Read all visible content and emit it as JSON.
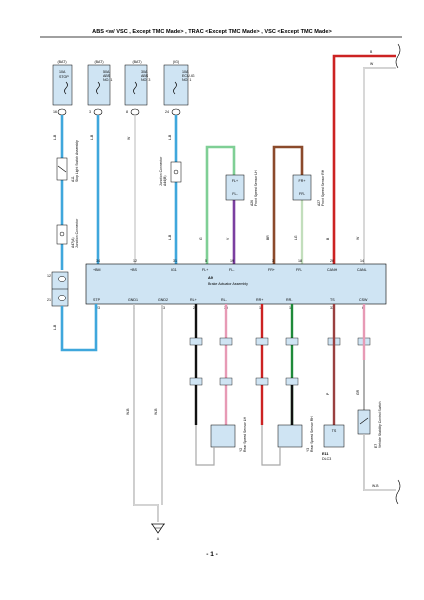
{
  "title": "ABS <w/ VSC , Except TMC Made> , TRAC <Except TMC Made> , VSC <Except TMC Made>",
  "page_number": "- 1 -",
  "fuses": [
    {
      "source": "(BAT)",
      "lines": [
        "10A",
        "STOP"
      ],
      "pin": "16"
    },
    {
      "source": "(BAT)",
      "lines": [
        "50A",
        "ABS",
        "NO. 1"
      ],
      "pin": "3"
    },
    {
      "source": "(BAT)",
      "lines": [
        "30A",
        "ABS",
        "NO. 3"
      ],
      "pin": "8"
    },
    {
      "source": "(IG)",
      "lines": [
        "10A",
        "ECU-IG",
        "NO. 1"
      ],
      "pin": "24"
    }
  ],
  "connectors": {
    "stop_light_switch": {
      "id": "A11",
      "label": "Stop Light Switch Assembly"
    },
    "junction_a47": {
      "id": "A47(A)",
      "label": "Junction Connector"
    },
    "junction_a44": {
      "id": "A44(B)",
      "label": "Junction Connector"
    },
    "sensor_front_lh": {
      "id": "A26",
      "label": "Front Speed Sensor LH",
      "pins": [
        "FL+",
        "FL-"
      ]
    },
    "sensor_front_rh": {
      "id": "A27",
      "label": "Front Speed Sensor RH",
      "pins": [
        "FR+",
        "FR-"
      ]
    },
    "sensor_rear_lh": {
      "id": "Y2",
      "label": "Rear Speed Sensor LH"
    },
    "sensor_rear_rh": {
      "id": "Y3",
      "label": "Rear Speed Sensor RH"
    },
    "dlc3": {
      "id": "E11",
      "label": "DLC3",
      "pin": "TS"
    },
    "yaw_sensor": {
      "id": "E7",
      "label": "Vehicle Stability Control Switch"
    }
  },
  "ecu": {
    "id": "A9",
    "name": "Brake Actuator Assembly",
    "top_pins": [
      {
        "name": "+BM",
        "num": "34"
      },
      {
        "name": "+BS",
        "num": "12"
      },
      {
        "name": "IG1",
        "num": "31"
      },
      {
        "name": "FL+",
        "num": "5"
      },
      {
        "name": "FL-",
        "num": "19"
      },
      {
        "name": "FR+",
        "num": "3"
      },
      {
        "name": "FR-",
        "num": "18"
      },
      {
        "name": "CANH",
        "num": "20"
      },
      {
        "name": "CANL",
        "num": "14"
      }
    ],
    "bottom_pins": [
      {
        "name": "STP",
        "num": "23"
      },
      {
        "name": "GND1",
        "num": "1"
      },
      {
        "name": "GND2",
        "num": "13"
      },
      {
        "name": "RL+",
        "num": "27"
      },
      {
        "name": "RL-",
        "num": "30"
      },
      {
        "name": "RR+",
        "num": "17"
      },
      {
        "name": "RR-",
        "num": "16"
      },
      {
        "name": "TS",
        "num": "33"
      },
      {
        "name": "CSW",
        "num": "6"
      }
    ]
  },
  "wire_colors": {
    "light_blue": "#3fa7dc",
    "red": "#cc2222",
    "green_light": "#7fcf95",
    "brown": "#8b4a2b",
    "purple": "#7b3fa0",
    "pink": "#e79ab5",
    "dark_green": "#1f8a3a",
    "gray": "#a8a8a8",
    "black": "#111111",
    "dark_red": "#9a4040"
  },
  "wire_codes": {
    "light_blue_top": "L-B",
    "light_blue_low": "L-B",
    "gnd1": "W-B",
    "gnd2": "W-B",
    "ig": "L-B",
    "ig_low": "L-B",
    "fl_plus": "G",
    "fl_minus": "V",
    "fr_plus": "BR",
    "fr_minus": "LG",
    "canh": "B",
    "canl": "W",
    "ts": "P",
    "csw": "GR",
    "bottom_right": "W-B"
  },
  "junction_pins": {
    "a": "12",
    "b": "21"
  },
  "ground_label": "A",
  "rear_connector_label": "W1",
  "rear_connector_label2": "L1"
}
